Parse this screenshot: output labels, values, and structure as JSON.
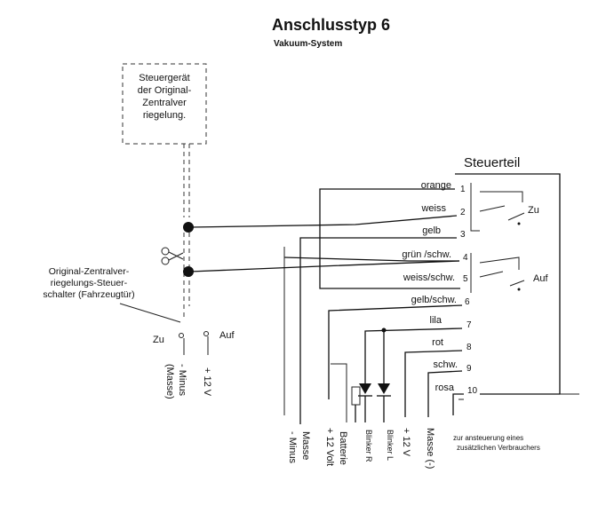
{
  "title": "Anschlusstyp 6",
  "subtitle": "Vakuum-System",
  "controller_note": [
    "Steuergerät",
    "der Original-",
    "Zentralver",
    "riegelung."
  ],
  "switch_note": [
    "Original-Zentralver-",
    "riegelungs-Steuer-",
    "schalter (Fahrzeugtür)"
  ],
  "switch_labels": {
    "zu": "Zu",
    "auf": "Auf"
  },
  "switch_leads": [
    "- Minus",
    "(Masse)",
    "+ 12 V"
  ],
  "unit": {
    "title": "Steuerteil",
    "zu": "Zu",
    "auf": "Auf",
    "terminals": [
      {
        "num": "1",
        "wire": "orange"
      },
      {
        "num": "2",
        "wire": "weiss"
      },
      {
        "num": "3",
        "wire": "gelb"
      },
      {
        "num": "4",
        "wire": "grün /schw."
      },
      {
        "num": "5",
        "wire": "weiss/schw."
      },
      {
        "num": "6",
        "wire": "gelb/schw."
      },
      {
        "num": "7",
        "wire": "lila"
      },
      {
        "num": "8",
        "wire": "rot"
      },
      {
        "num": "9",
        "wire": "schw."
      },
      {
        "num": "10",
        "wire": "rosa"
      }
    ]
  },
  "bottom_labels": [
    "- Minus",
    "Masse",
    "+ 12 Volt",
    "Batterie",
    "Blinker R",
    "Blinker L",
    "+ 12 V",
    "Masse (-)"
  ],
  "consumer_note": [
    "zur ansteuerung eines",
    "zusätzlichen Verbrauchers"
  ]
}
